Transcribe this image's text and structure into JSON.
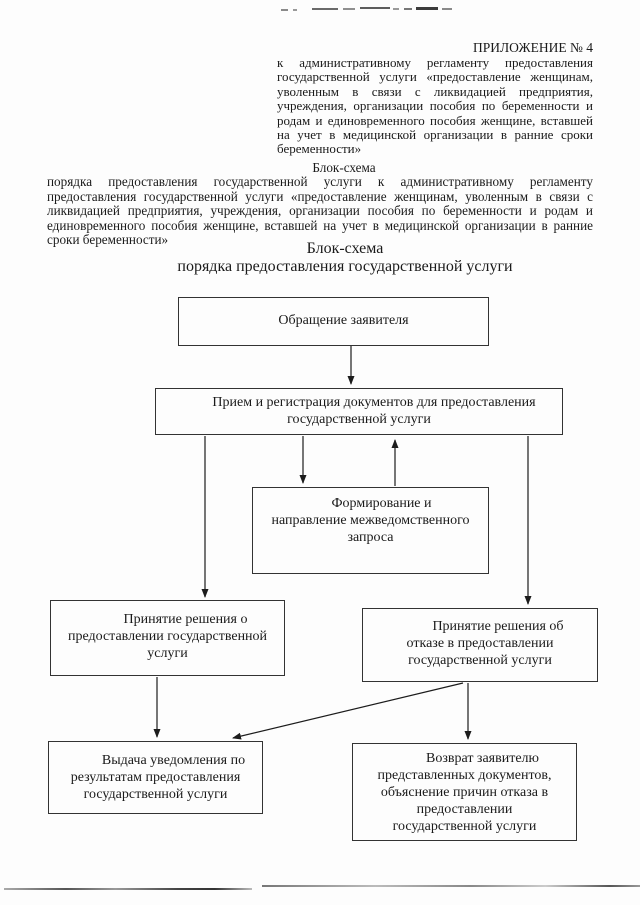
{
  "page": {
    "background": "#fdfdfd",
    "text_color": "#1a1a1a",
    "box_border_color": "#333333",
    "connector_color": "#1c1c1c"
  },
  "header": {
    "appendix_label": "ПРИЛОЖЕНИЕ № 4",
    "appendix_text": "к административному регламенту предоставления государственной услуги «предоставление женщинам, уволенным в связи с ликвидацией предприятия, учреждения, организации пособия по беременности и родам и единовременного пособия женщине, вставшей на учет в медицинской организации в ранние сроки беременности»"
  },
  "section": {
    "title": "Блок-схема",
    "text": "порядка предоставления государственной услуги к административному регламенту предоставления государственной услуги «предоставление женщинам, уволенным в связи с ликвидацией предприятия, учреждения, организации пособия по беременности и родам и единовременного пособия женщине, вставшей на учет в медицинской организации в ранние сроки беременности»"
  },
  "flowchart": {
    "title": "Блок-схема",
    "subtitle": "порядка предоставления государственной услуги",
    "nodes": [
      {
        "id": "applicant-request",
        "label": "Обращение заявителя"
      },
      {
        "id": "reception",
        "label": "Прием и регистрация документов для предоставления\nгосударственной услуги"
      },
      {
        "id": "interagency-request",
        "label": "Формирование и\nнаправление межведомственного\nзапроса"
      },
      {
        "id": "decision-grant",
        "label": "Принятие решения  о\nпредоставлении государственной\nуслуги"
      },
      {
        "id": "decision-refuse",
        "label": "Принятие решения   об\nотказе в предоставлении\nгосударственной услуги"
      },
      {
        "id": "issue-notification",
        "label": "Выдача уведомления по\nрезультатам предоставления\nгосударственной услуги"
      },
      {
        "id": "return-documents",
        "label": "Возврат заявителю\nпредставленных документов,\nобъяснение причин  отказа  в\nпредоставлении\nгосударственной услуги"
      }
    ]
  }
}
